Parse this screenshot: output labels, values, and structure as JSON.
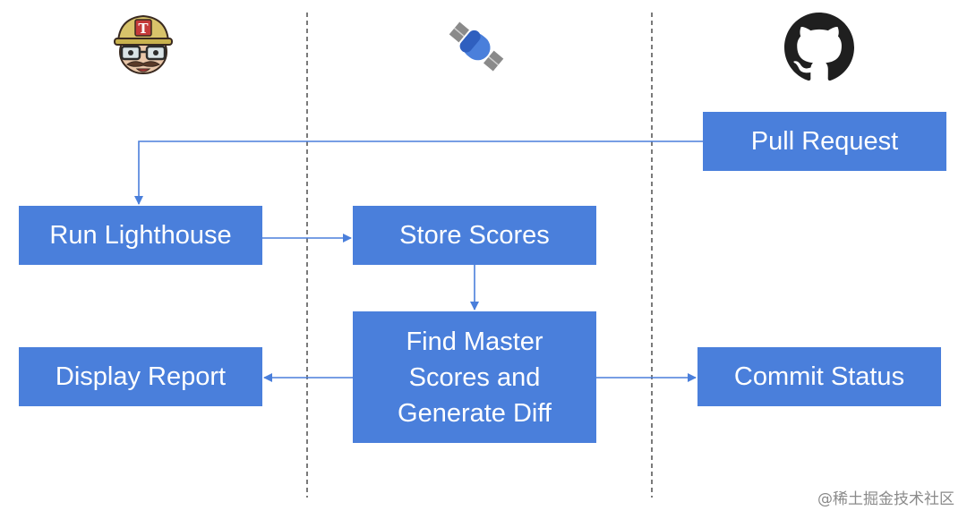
{
  "diagram": {
    "nodes": {
      "pull_request": "Pull Request",
      "run_lighthouse": "Run Lighthouse",
      "store_scores": "Store Scores",
      "find_master": "Find Master Scores and Generate Diff",
      "display_report": "Display Report",
      "commit_status": "Commit Status"
    },
    "edges": [
      {
        "from": "Pull Request",
        "to": "Run Lighthouse"
      },
      {
        "from": "Run Lighthouse",
        "to": "Store Scores"
      },
      {
        "from": "Store Scores",
        "to": "Find Master Scores and Generate Diff"
      },
      {
        "from": "Find Master Scores and Generate Diff",
        "to": "Display Report"
      },
      {
        "from": "Find Master Scores and Generate Diff",
        "to": "Commit Status"
      }
    ],
    "lanes": [
      "travis-ci-logo",
      "firebase-logo",
      "github-logo"
    ]
  },
  "colors": {
    "box_fill": "#4a7fdb",
    "box_text": "#ffffff",
    "arrow": "#4a7fdb",
    "divider": "#333333"
  },
  "watermark": "@稀土掘金技术社区"
}
